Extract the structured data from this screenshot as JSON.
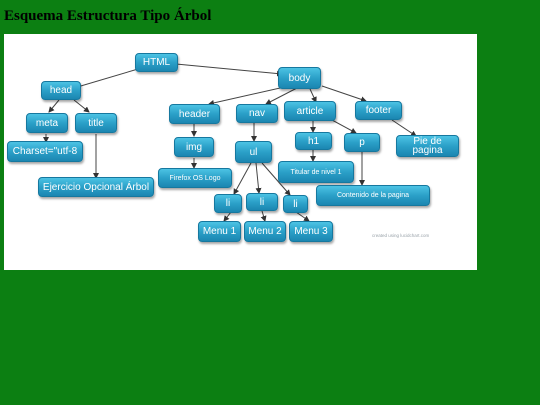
{
  "title": "Esquema Estructura Tipo Árbol",
  "diagram": {
    "nodes": {
      "html": "HTML",
      "body": "body",
      "head": "head",
      "meta": "meta",
      "title": "title",
      "charset": "Charset=\"utf-8",
      "ejercicio": "Ejercicio Opcional Árbol",
      "header": "header",
      "img": "img",
      "firefox": "Firefox OS Logo",
      "nav": "nav",
      "ul": "ul",
      "li1": "li",
      "li2": "li",
      "li3": "li",
      "menu1": "Menu 1",
      "menu2": "Menu 2",
      "menu3": "Menu 3",
      "article": "article",
      "h1": "h1",
      "titular": "Titular de nivel 1",
      "p": "p",
      "contenido": "Contenido de la pagina",
      "footer": "footer",
      "pie": "Pie de pagina"
    },
    "credit": "created using lucidchart.com"
  }
}
